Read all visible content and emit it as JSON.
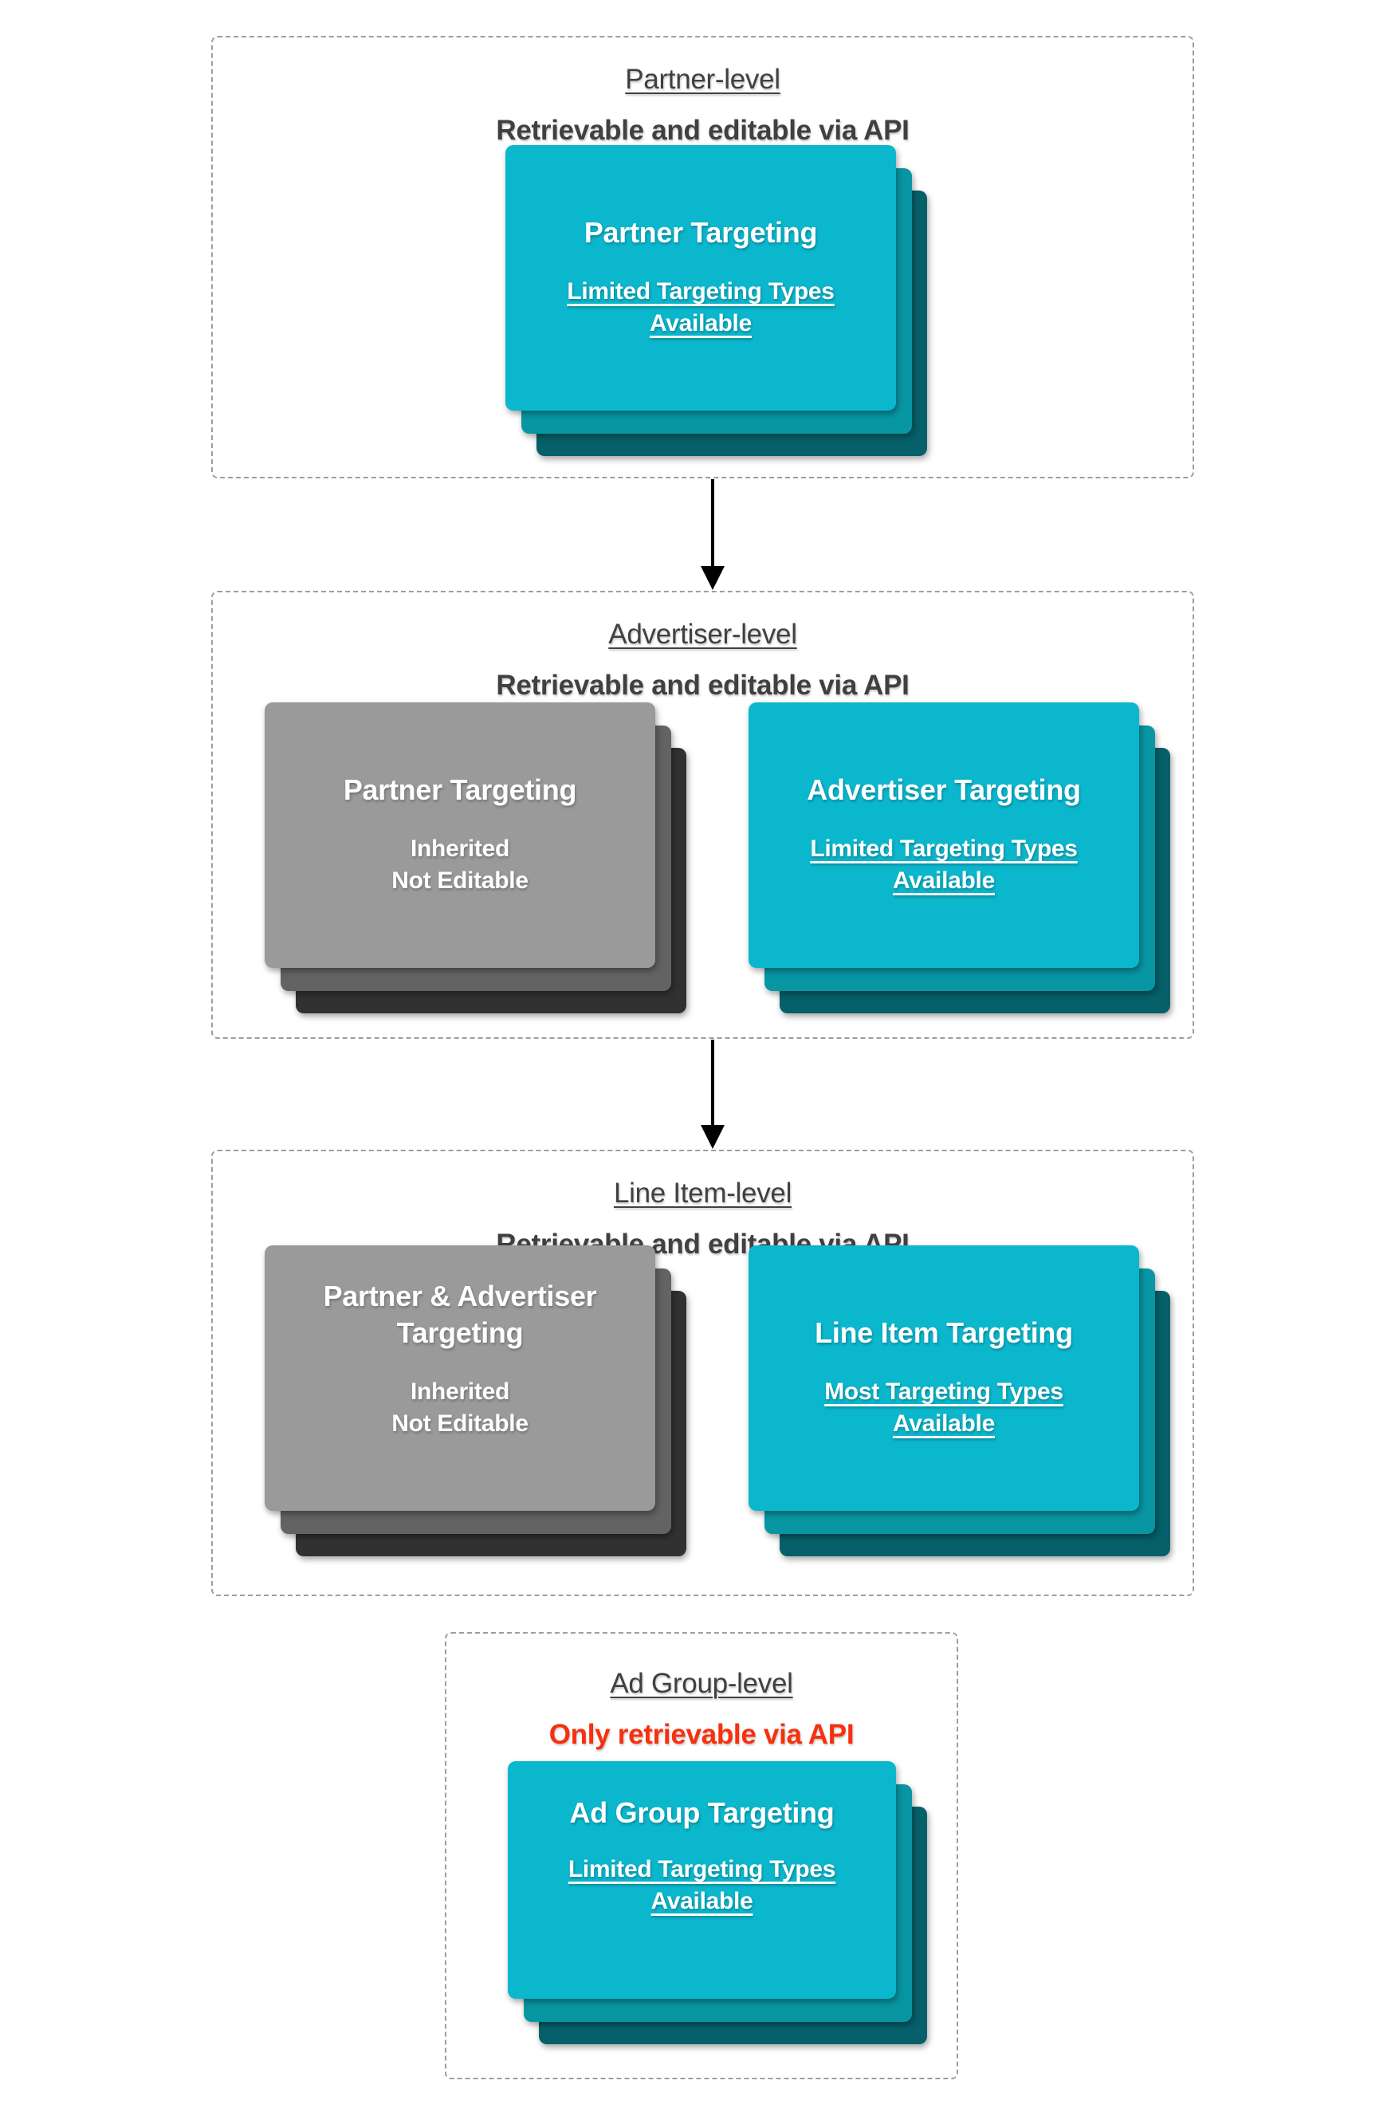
{
  "colors": {
    "card_cyan": "#0bb7cd",
    "card_cyan_layer_mid": "#0896a3",
    "card_cyan_layer_dark": "#05606a",
    "card_gray": "#9a9a9a",
    "card_gray_layer_mid": "#636363",
    "card_gray_layer_dark": "#313131",
    "section_text": "#404040",
    "alert_red": "#f7300d",
    "dashed_border": "#9e9e9e",
    "arrow_black": "#000000",
    "card_text": "#ffffff"
  },
  "sections": [
    {
      "title": "Partner-level",
      "subtitle": "Retrievable and editable via API",
      "cards": [
        {
          "title": "Partner Targeting",
          "body_line1": "Limited Targeting Types",
          "body_line2": "Available"
        }
      ]
    },
    {
      "title": "Advertiser-level",
      "subtitle": "Retrievable and editable via API",
      "cards": [
        {
          "title": "Partner Targeting",
          "body_line1": "Inherited",
          "body_line2": "Not Editable"
        },
        {
          "title": "Advertiser Targeting",
          "body_line1": "Limited Targeting Types",
          "body_line2": "Available"
        }
      ]
    },
    {
      "title": "Line Item-level",
      "subtitle": "Retrievable and editable via API",
      "cards": [
        {
          "title": "Partner & Advertiser Targeting",
          "body_line1": "Inherited",
          "body_line2": "Not Editable"
        },
        {
          "title": "Line Item Targeting",
          "body_line1": "Most Targeting Types",
          "body_line2": "Available"
        }
      ]
    },
    {
      "title": "Ad Group-level",
      "subtitle": "Only retrievable via API",
      "cards": [
        {
          "title": "Ad Group Targeting",
          "body_line1": "Limited Targeting Types",
          "body_line2": "Available"
        }
      ]
    }
  ]
}
